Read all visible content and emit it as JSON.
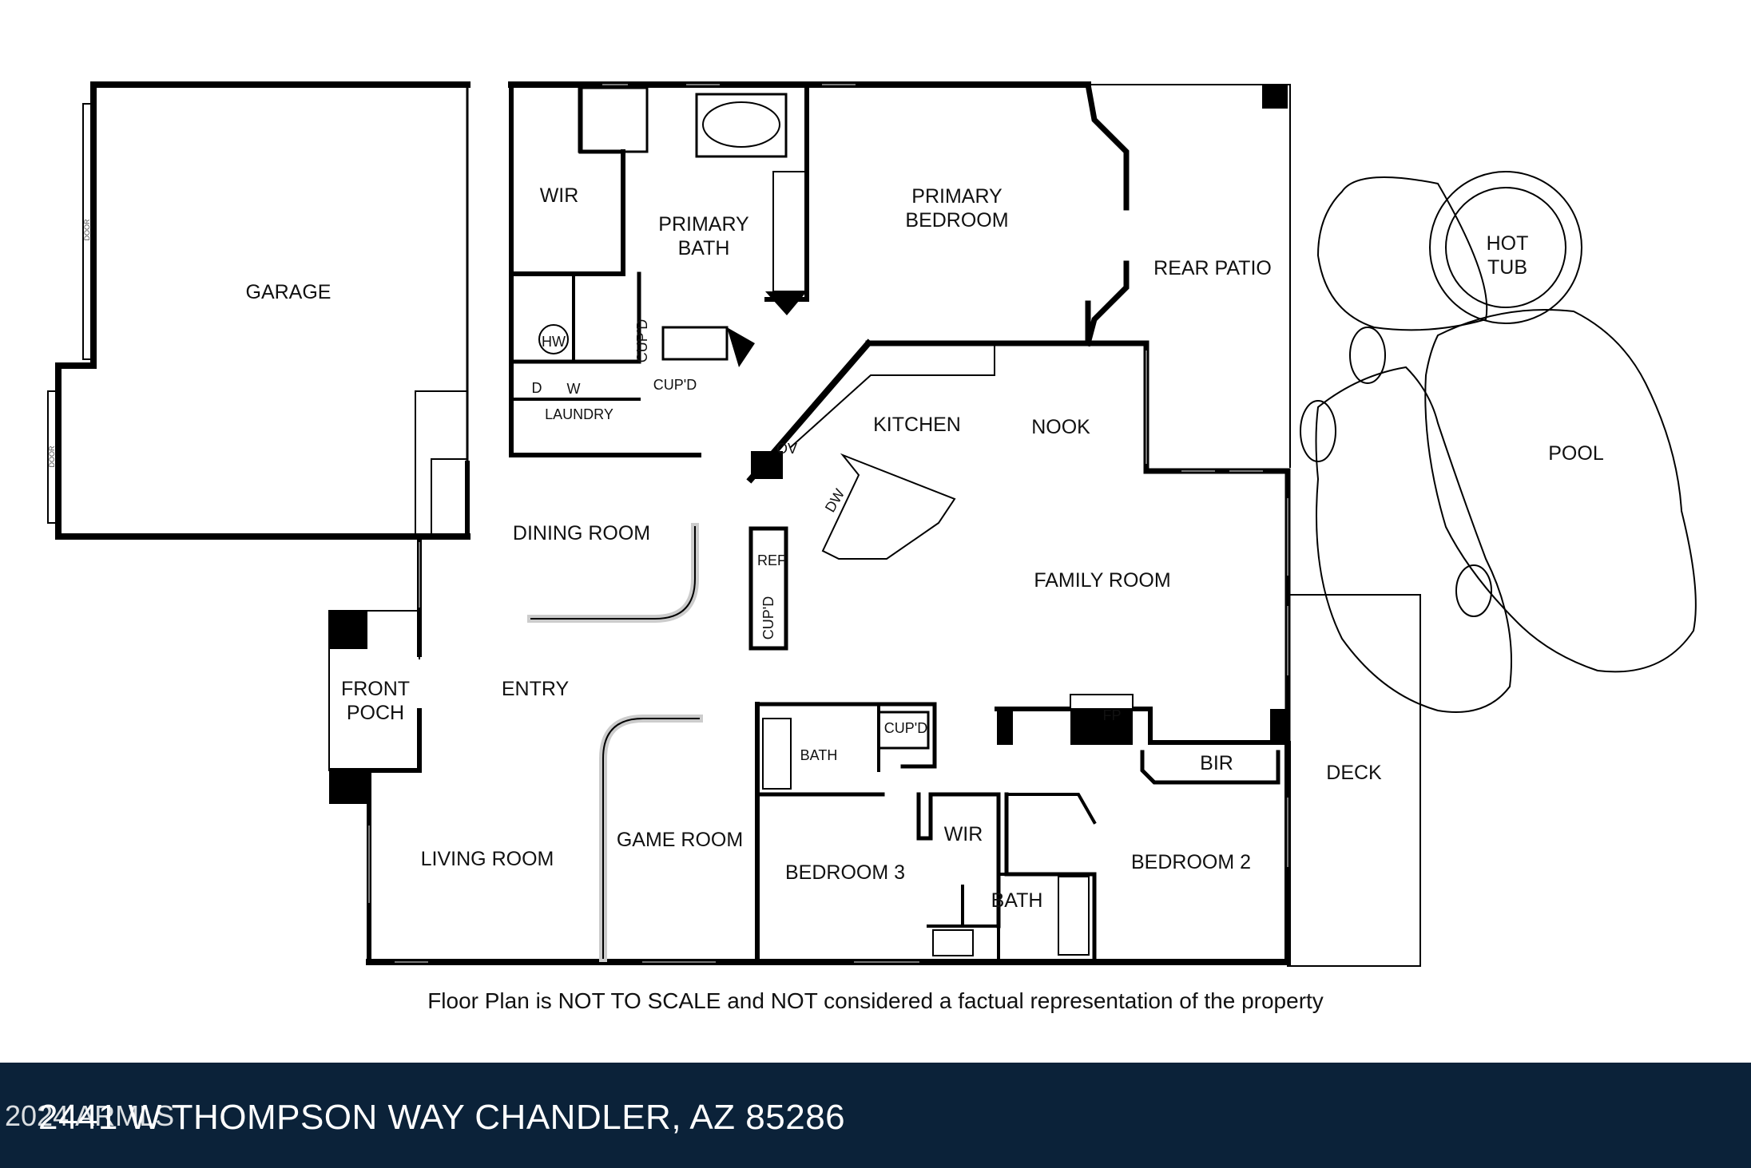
{
  "plan": {
    "rooms": {
      "garage": "GARAGE",
      "wir_primary": "WIR",
      "primary_bath_1": "PRIMARY",
      "primary_bath_2": "BATH",
      "primary_bedroom_1": "PRIMARY",
      "primary_bedroom_2": "BEDROOM",
      "rear_patio": "REAR PATIO",
      "hot_tub_1": "HOT",
      "hot_tub_2": "TUB",
      "pool": "POOL",
      "laundry": "LAUNDRY",
      "kitchen": "KITCHEN",
      "nook": "NOOK",
      "dining_room": "DINING ROOM",
      "family_room": "FAMILY ROOM",
      "entry": "ENTRY",
      "front_poch_1": "FRONT",
      "front_poch_2": "POCH",
      "bath_hall": "BATH",
      "bir": "BIR",
      "deck": "DECK",
      "wir_bed3": "WIR",
      "living_room": "LIVING ROOM",
      "game_room": "GAME ROOM",
      "bedroom_3": "BEDROOM 3",
      "bath_bed2": "BATH",
      "bedroom_2": "BEDROOM 2"
    },
    "fixtures": {
      "hw": "HW",
      "cupd_laundry_vertical": "CUP'D",
      "cupd_laundry": "CUP'D",
      "dryer": "D",
      "washer": "W",
      "oven": "OV",
      "dishwasher": "DW",
      "refrigerator": "REF",
      "cupd_pantry": "CUP'D",
      "cupd_hall": "CUP'D",
      "fireplace": "FP",
      "garage_door_1": "DOOR",
      "garage_door_2": "DOOR"
    }
  },
  "disclaimer": "Floor Plan is NOT TO SCALE and NOT considered a factual representation of the property",
  "footer": {
    "address": "2441 W THOMPSON WAY CHANDLER, AZ 85286",
    "copyright": "2024 ARMLS"
  },
  "colors": {
    "wall": "#000000",
    "footer_bg": "#0b2239",
    "footer_text": "#ffffff"
  }
}
